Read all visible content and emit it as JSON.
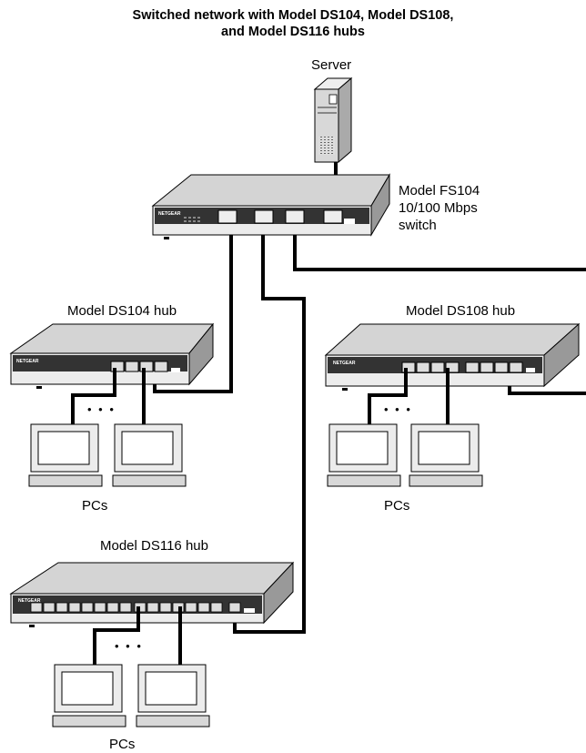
{
  "title": {
    "line1": "Switched network with Model DS104, Model DS108,",
    "line2": "and Model DS116 hubs"
  },
  "devices": {
    "server": {
      "label": "Server"
    },
    "switch": {
      "label_line1": "Model FS104",
      "label_line2": "10/100 Mbps",
      "label_line3": "switch",
      "brand": "NETGEAR"
    },
    "hub_ds104": {
      "label": "Model DS104 hub",
      "brand": "NETGEAR"
    },
    "hub_ds108": {
      "label": "Model DS108 hub",
      "brand": "NETGEAR"
    },
    "hub_ds116": {
      "label": "Model DS116 hub",
      "brand": "NETGEAR"
    }
  },
  "pc_groups": [
    {
      "label": "PCs",
      "ellipsis": "• • •"
    },
    {
      "label": "PCs",
      "ellipsis": "• • •"
    },
    {
      "label": "PCs",
      "ellipsis": "• • •"
    }
  ]
}
